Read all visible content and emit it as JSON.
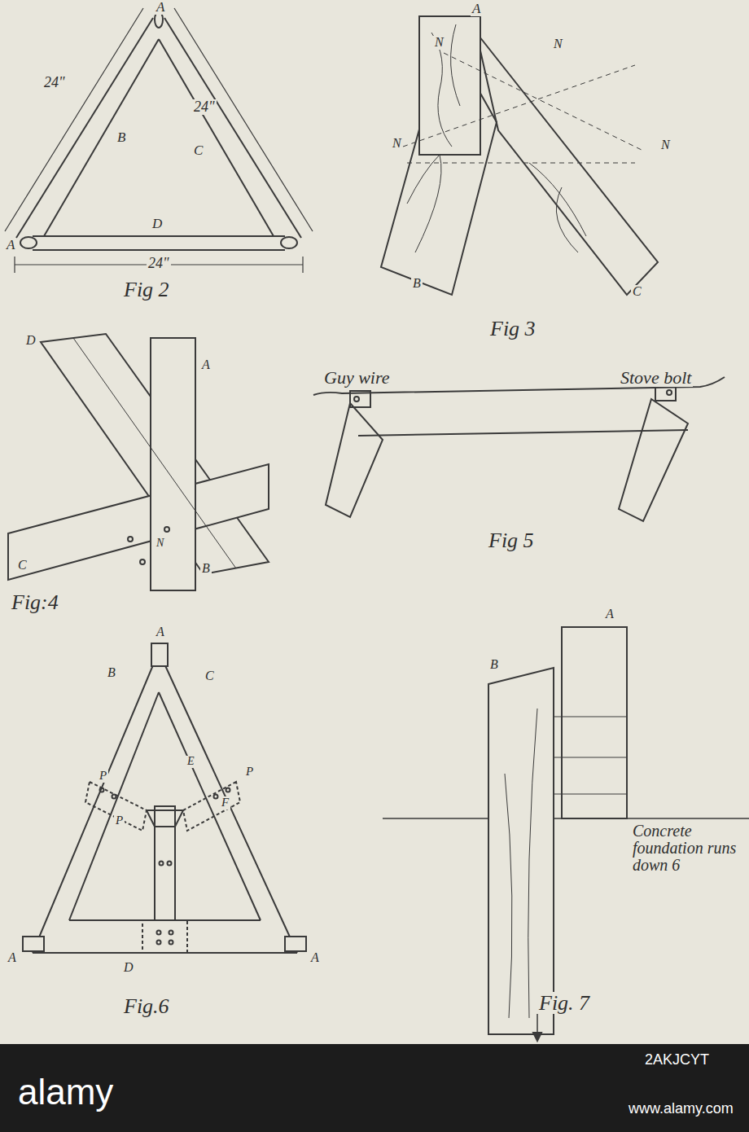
{
  "diagram": {
    "labels": [
      "A",
      "24\"",
      "24\"",
      "B",
      "C",
      "D",
      "A",
      "24\"",
      "Fig 2",
      "A",
      "N",
      "N",
      "N",
      "N",
      "B",
      "C",
      "Fig 3",
      "D",
      "A",
      "C",
      "N",
      "B",
      "Fig:4",
      "Guy wire",
      "Stove bolt",
      "Fig 5",
      "A",
      "B",
      "C",
      "P",
      "P",
      "E",
      "F",
      "P",
      "A",
      "D",
      "A",
      "Fig.6",
      "A",
      "B",
      "Concrete foundation runs down 6",
      "Fig. 7",
      "alamy",
      "2AKJCYT",
      "www.alamy.com"
    ]
  }
}
